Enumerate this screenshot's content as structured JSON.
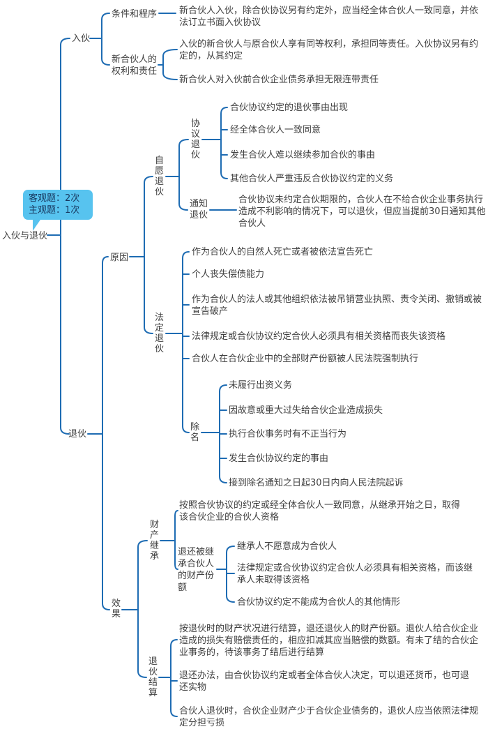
{
  "colors": {
    "line": "#1e6cb3",
    "text": "#3f3f3f",
    "callout_bg": "#57c3ef",
    "callout_text": "#17375e"
  },
  "root": {
    "label": "入伙与退伙"
  },
  "callout": {
    "line1": "客观题：2次",
    "line2": "主观题：1次"
  },
  "joining": {
    "label": "入伙",
    "conditions": {
      "label": "条件和程序",
      "text": "新合伙人入伙，除合伙协议另有约定外，应当经全体合伙人一致同意，并依\n法订立书面入伙协议"
    },
    "rights": {
      "label": "新合伙人的权利和责任",
      "items": [
        "入伙的新合伙人与原合伙人享有同等权利，承担同等责任。入伙协议另有约\n定的，从其约定",
        "新合伙人对入伙前合伙企业债务承担无限连带责任"
      ]
    }
  },
  "withdrawal": {
    "label": "退伙",
    "reasons": {
      "label": "原因",
      "voluntary": {
        "label": "自愿退伙",
        "agreement": {
          "label": "协议退伙",
          "items": [
            "合伙协议约定的退伙事由出现",
            "经全体合伙人一致同意",
            "发生合伙人难以继续参加合伙的事由",
            "其他合伙人严重违反合伙协议约定的义务"
          ]
        },
        "notice": {
          "label": "通知退伙",
          "text": "合伙协议未约定合伙期限的，合伙人在不给合伙企业事务执行\n造成不利影响的情况下，可以退伙，但应当提前30日通知其他\n合伙人"
        }
      },
      "statutory": {
        "label": "法定退伙",
        "items": [
          "作为合伙人的自然人死亡或者被依法宣告死亡",
          "个人丧失偿债能力",
          "作为合伙人的法人或其他组织依法被吊销营业执照、责令关闭、撤销或被\n宣告破产",
          "法律规定或合伙协议约定合伙人必须具有相关资格而丧失该资格",
          "合伙人在合伙企业中的全部财产份额被人民法院强制执行"
        ],
        "expulsion": {
          "label": "除名",
          "items": [
            "未履行出资义务",
            "因故意或重大过失给合伙企业造成损失",
            "执行合伙事务时有不正当行为",
            "发生合伙协议约定的事由",
            "接到除名通知之日起30日内向人民法院起诉"
          ]
        }
      }
    },
    "effects": {
      "label": "效果",
      "inheritance": {
        "label": "财产继承",
        "text": "按照合伙协议的约定或经全体合伙人一致同意，从继承开始之日，取得\n该合伙企业的合伙人资格",
        "refund": {
          "label": "退还被继承合伙人的财产份额",
          "items": [
            "继承人不愿意成为合伙人",
            "法律规定或合伙协议约定合伙人必须具有相关资格，而该继\n承人未取得该资格",
            "合伙协议约定不能成为合伙人的其他情形"
          ]
        }
      },
      "settlement": {
        "label": "退伙结算",
        "items": [
          "按退伙时的财产状况进行结算，退还退伙人的财产份额。退伙人给合伙企业\n造成的损失有赔偿责任的，相应扣减其应当赔偿的数额。有未了结的合伙企\n业事务的，待该事务了结后进行结算",
          "退还办法，由合伙协议约定或者全体合伙人决定，可以退还货币，也可退\n还实物",
          "合伙人退伙时，合伙企业财产少于合伙企业债务的，退伙人应当依照法律规\n定分担亏损"
        ]
      }
    }
  }
}
